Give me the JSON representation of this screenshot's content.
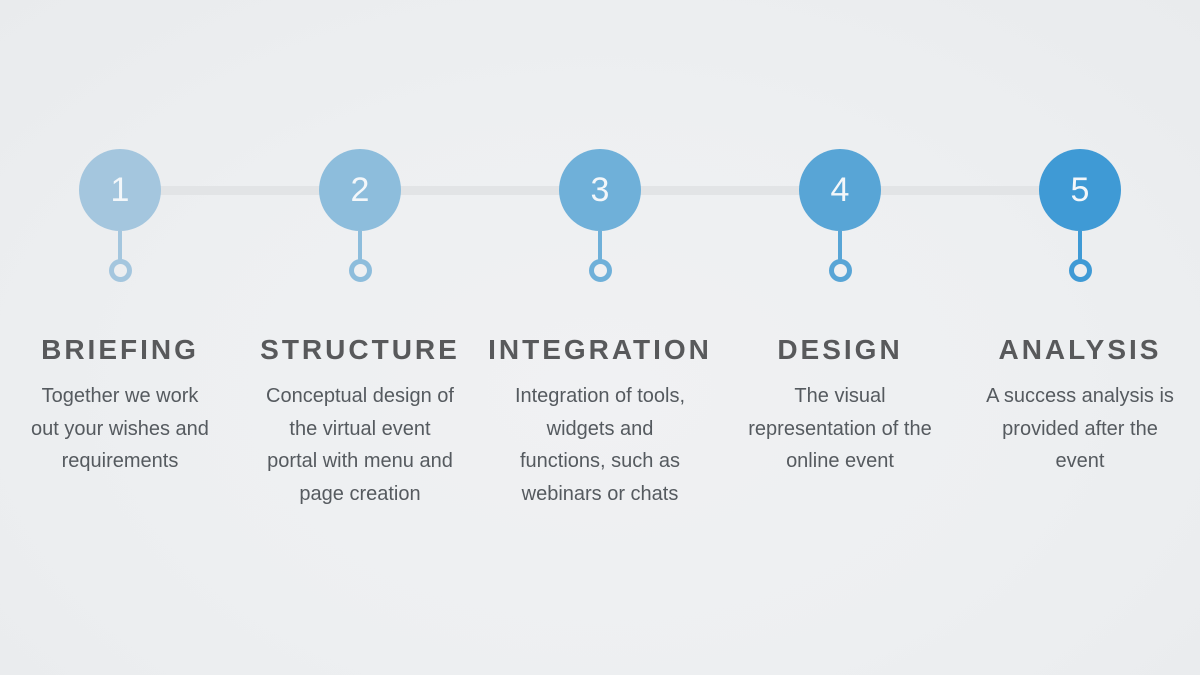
{
  "canvas": {
    "background": "#edeff1",
    "track_color": "#e2e4e6",
    "number_color": "#f3f7fa",
    "title_color": "#58595b",
    "description_color": "#555a5f"
  },
  "steps": [
    {
      "number": "1",
      "title": "BRIEFING",
      "description": "Together we work out your wishes and requirements",
      "color": "#a4c6de"
    },
    {
      "number": "2",
      "title": "STRUCTURE",
      "description": "Conceptual design of the virtual event portal with menu and page creation",
      "color": "#8dbddc"
    },
    {
      "number": "3",
      "title": "INTEGRATION",
      "description": "Integration of tools, widgets and functions, such as webinars or chats",
      "color": "#6fb0d9"
    },
    {
      "number": "4",
      "title": "DESIGN",
      "description": "The visual representation of the online event",
      "color": "#58a5d6"
    },
    {
      "number": "5",
      "title": "ANALYSIS",
      "description": "A success analysis is provided after the event",
      "color": "#3f9ad5"
    }
  ]
}
